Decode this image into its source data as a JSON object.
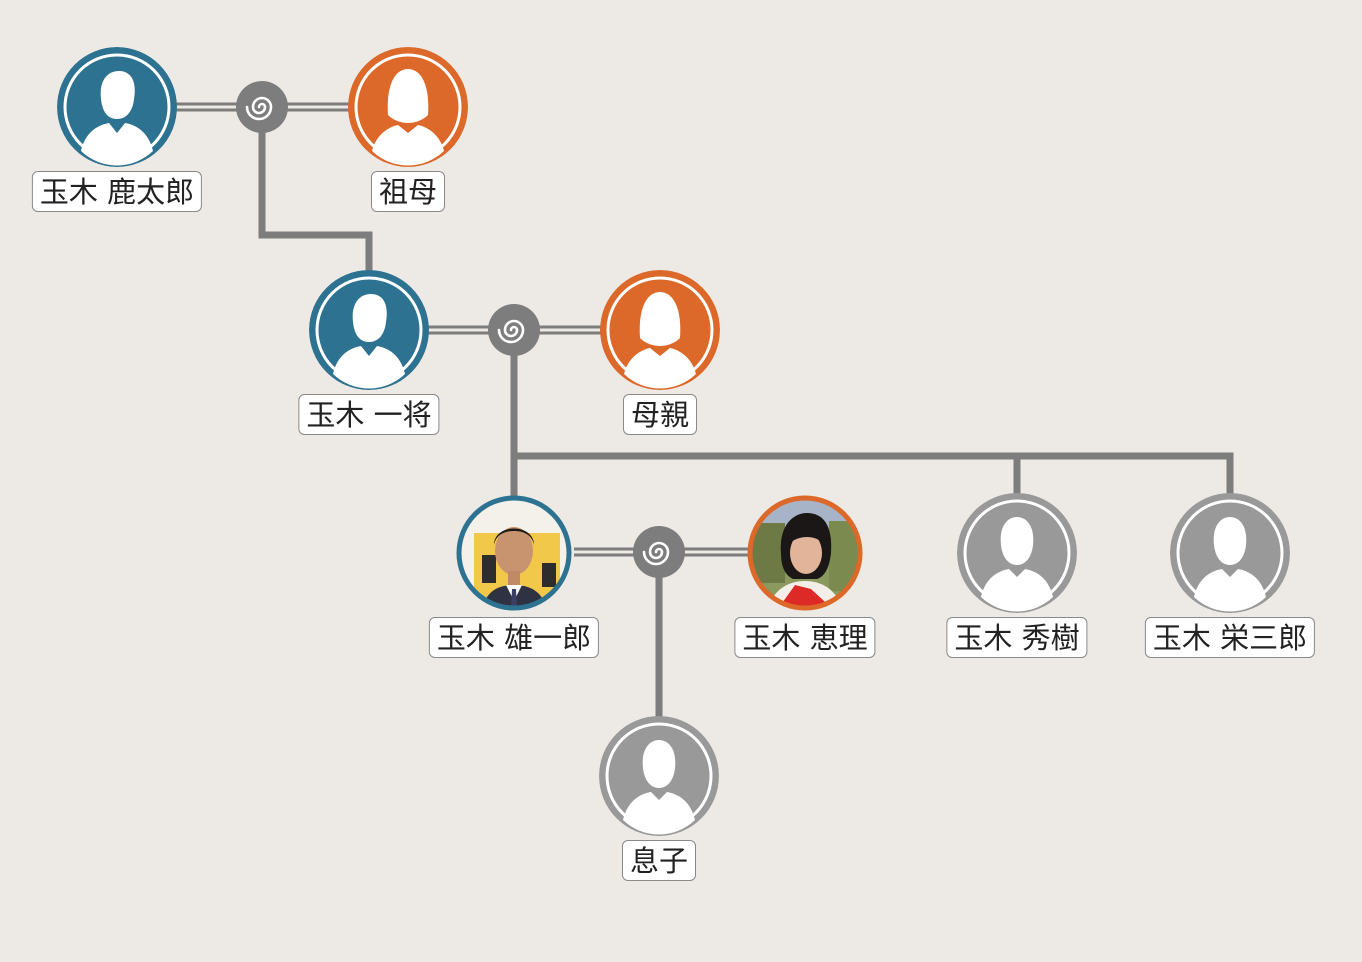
{
  "colors": {
    "background": "#ede9e4",
    "male": "#2e7291",
    "female": "#dc682a",
    "unknown": "#999999",
    "connector": "#7d7d7d"
  },
  "people": {
    "grandfather": {
      "name": "玉木 鹿太郎",
      "gender": "male",
      "icon": "male-silhouette-icon"
    },
    "grandmother": {
      "name": "祖母",
      "gender": "female",
      "icon": "female-silhouette-icon"
    },
    "father": {
      "name": "玉木 一将",
      "gender": "male",
      "icon": "male-silhouette-icon"
    },
    "mother": {
      "name": "母親",
      "gender": "female",
      "icon": "female-silhouette-icon"
    },
    "yuichiro": {
      "name": "玉木 雄一郎",
      "gender": "male",
      "icon": "person-photo"
    },
    "eri": {
      "name": "玉木 恵理",
      "gender": "female",
      "icon": "person-photo"
    },
    "hideki": {
      "name": "玉木 秀樹",
      "gender": "unknown",
      "icon": "person-silhouette-icon"
    },
    "eizaburo": {
      "name": "玉木 栄三郎",
      "gender": "unknown",
      "icon": "person-silhouette-icon"
    },
    "son": {
      "name": "息子",
      "gender": "unknown",
      "icon": "person-silhouette-icon"
    }
  },
  "union_icon": "spiral-union-icon"
}
